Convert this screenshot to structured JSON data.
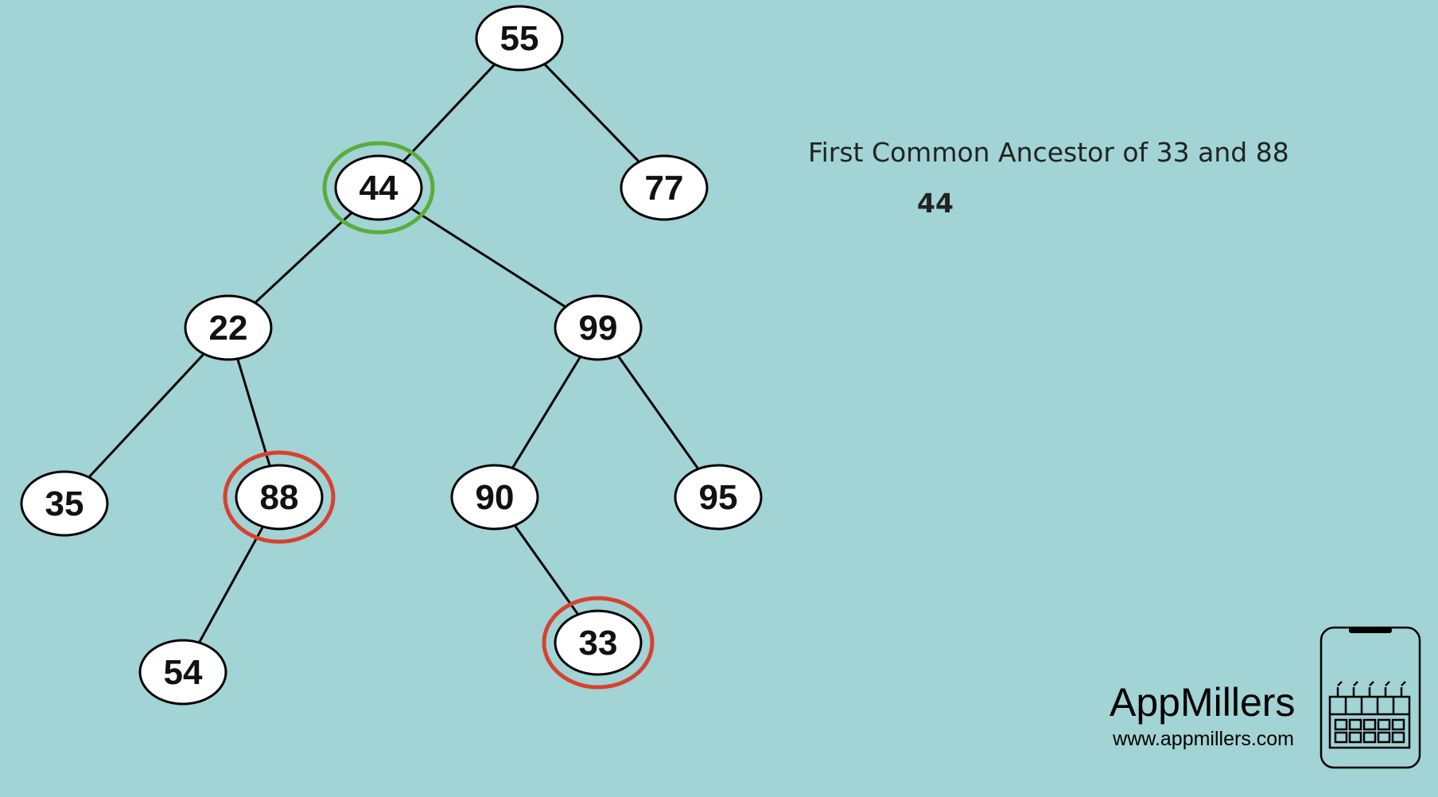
{
  "diagram": {
    "nodes": [
      {
        "id": "n55",
        "label": "55"
      },
      {
        "id": "n44",
        "label": "44",
        "highlight": "ancestor"
      },
      {
        "id": "n77",
        "label": "77"
      },
      {
        "id": "n22",
        "label": "22"
      },
      {
        "id": "n99",
        "label": "99"
      },
      {
        "id": "n35",
        "label": "35"
      },
      {
        "id": "n88",
        "label": "88",
        "highlight": "target"
      },
      {
        "id": "n90",
        "label": "90"
      },
      {
        "id": "n95",
        "label": "95"
      },
      {
        "id": "n54",
        "label": "54"
      },
      {
        "id": "n33",
        "label": "33",
        "highlight": "target"
      }
    ],
    "edges": [
      {
        "from": "n55",
        "to": "n44"
      },
      {
        "from": "n55",
        "to": "n77"
      },
      {
        "from": "n44",
        "to": "n22"
      },
      {
        "from": "n44",
        "to": "n99"
      },
      {
        "from": "n22",
        "to": "n35"
      },
      {
        "from": "n22",
        "to": "n88"
      },
      {
        "from": "n99",
        "to": "n90"
      },
      {
        "from": "n99",
        "to": "n95"
      },
      {
        "from": "n88",
        "to": "n54"
      },
      {
        "from": "n90",
        "to": "n33"
      }
    ]
  },
  "caption": {
    "text": "First Common Ancestor of 33 and 88",
    "answer": "44"
  },
  "brand": {
    "name": "AppMillers",
    "url": "www.appmillers.com",
    "icon": "factory-phone-icon"
  },
  "colors": {
    "background": "#a2d3d5",
    "ancestor_ring": "#5aad3c",
    "target_ring": "#d8412f",
    "node_fill": "#ffffff",
    "stroke": "#000000"
  }
}
